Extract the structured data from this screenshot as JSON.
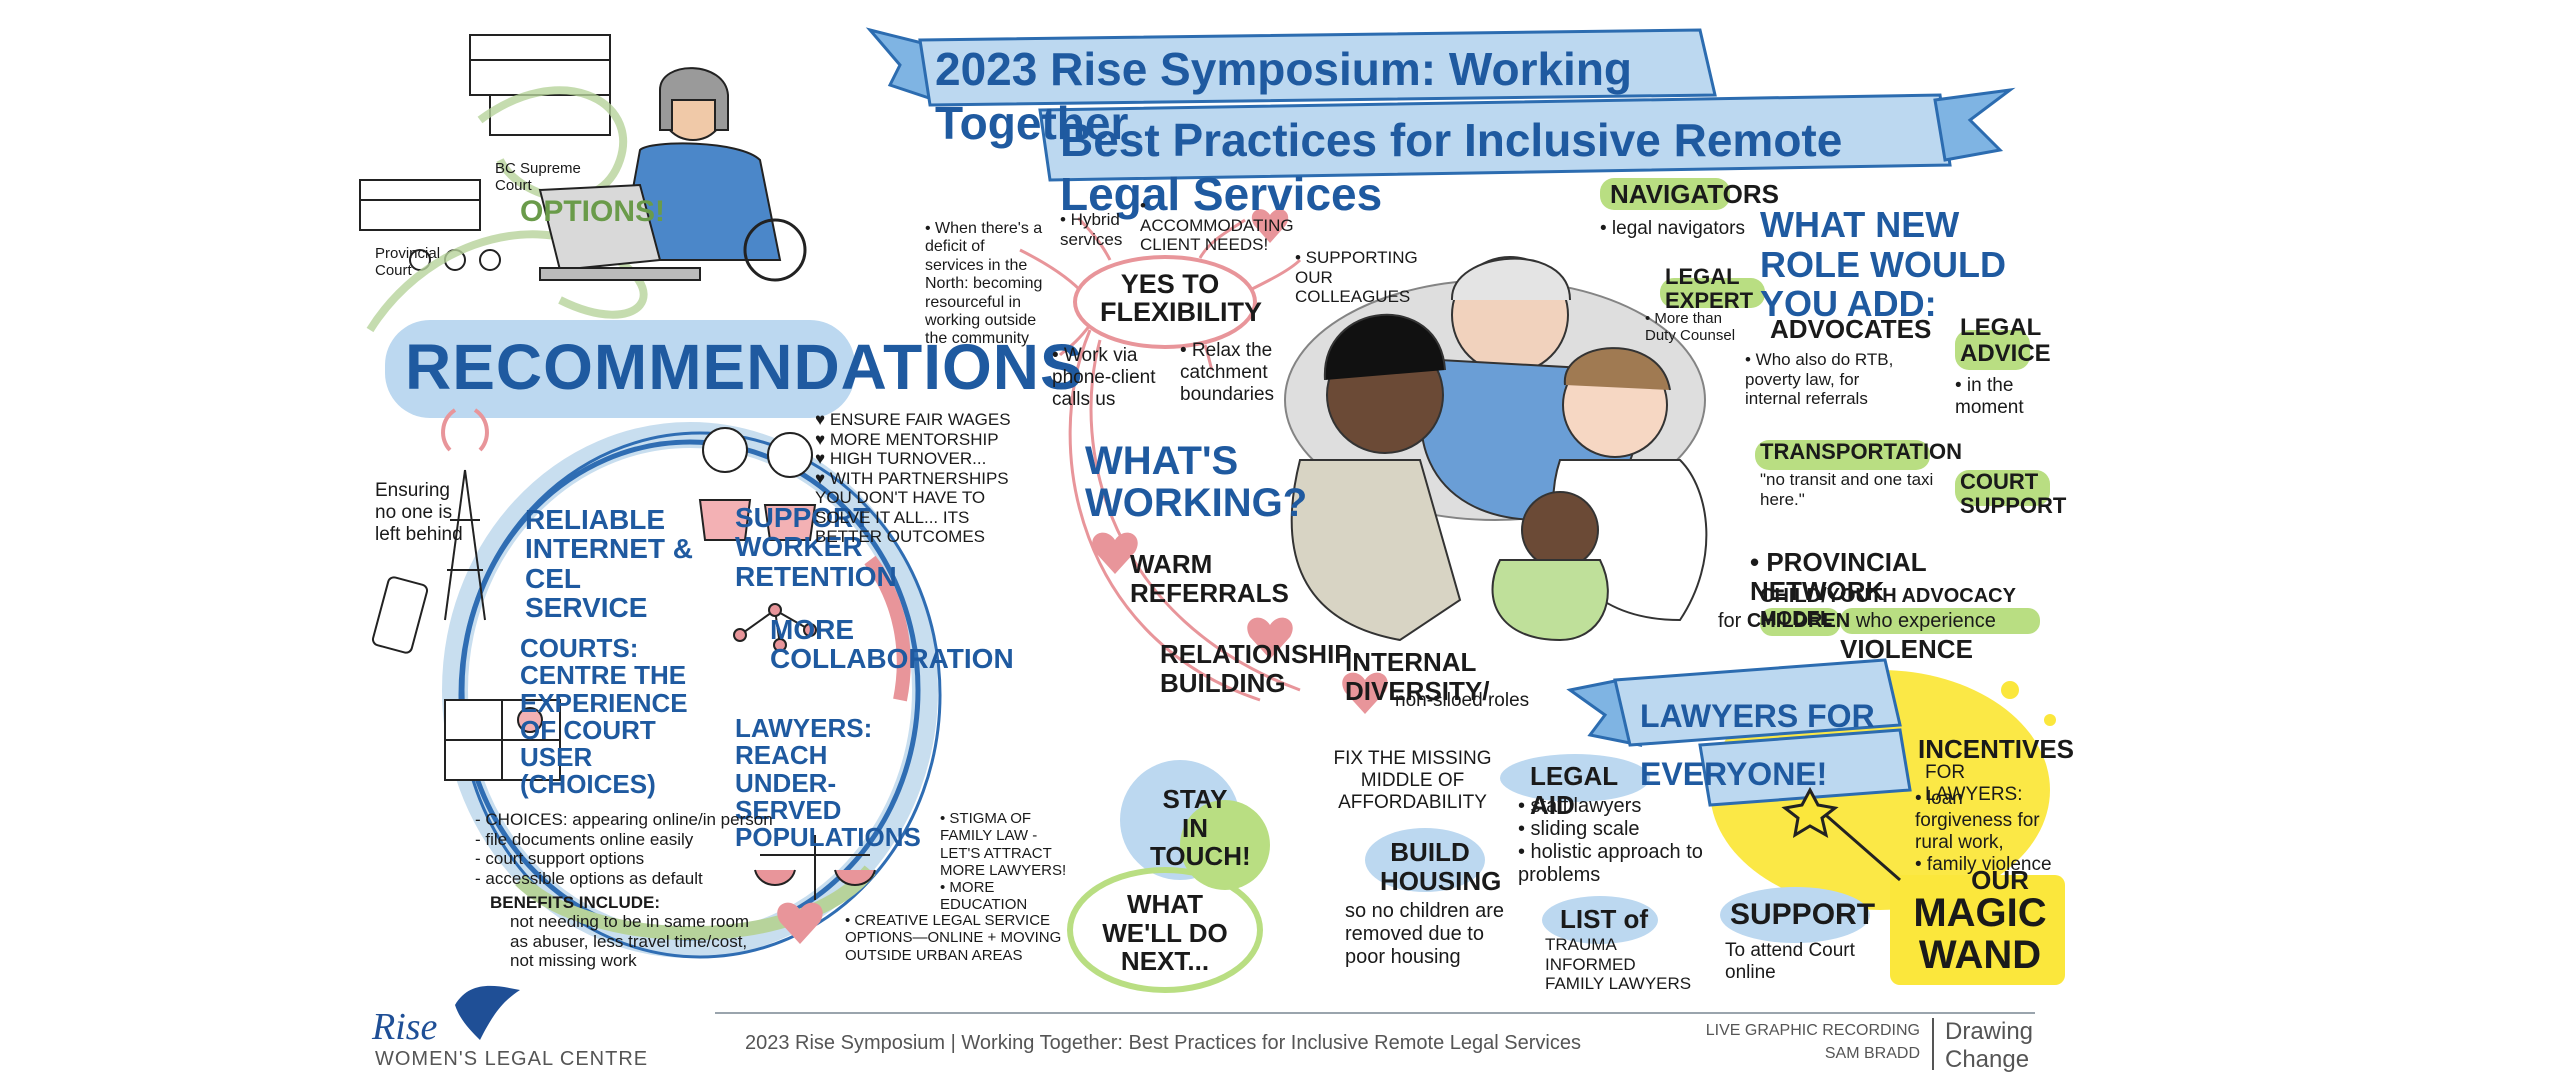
{
  "banner": {
    "line1": "2023 Rise Symposium: Working Together",
    "line2": "Best Practices for Inclusive Remote Legal Services"
  },
  "top_left": {
    "court_label": "BC Supreme Court",
    "provincial_label": "Provincial Court",
    "options_label": "OPTIONS!"
  },
  "recommendations": {
    "title": "RECOMMENDATIONS",
    "ensuring": "Ensuring no one is left behind",
    "internet": "RELIABLE INTERNET & CEL SERVICE",
    "worker": "SUPPORT WORKER RETENTION",
    "worker_notes": [
      "♥ ENSURE FAIR WAGES",
      "♥ MORE MENTORSHIP",
      "♥ HIGH TURNOVER...",
      "♥ WITH PARTNERSHIPS YOU DON'T HAVE TO SOLVE IT ALL... ITS BETTER OUTCOMES"
    ],
    "collab": "MORE COLLABORATION",
    "courts": "COURTS: CENTRE THE EXPERIENCE OF COURT USER (CHOICES)",
    "courts_notes": [
      "- CHOICES: appearing online/in person",
      "- file documents online easily",
      "- court support options",
      "- accessible options as default"
    ],
    "benefits_title": "BENEFITS INCLUDE:",
    "benefits_text": "not needing to be in same room as abuser, less travel time/cost, not missing work",
    "lawyers": "LAWYERS: REACH UNDER-SERVED POPULATIONS",
    "lawyers_notes": [
      "• STIGMA OF FAMILY LAW - LET'S ATTRACT MORE LAWYERS!",
      "• MORE EDUCATION",
      "• CREATIVE LEGAL SERVICE OPTIONS—ONLINE + MOVING OUTSIDE URBAN AREAS"
    ]
  },
  "flexibility": {
    "title": "YES TO FLEXIBILITY",
    "north": "• When there's a deficit of services in the North: becoming resourceful in working outside the community",
    "hybrid": "• Hybrid services",
    "accommodating": "• ACCOMMODATING CLIENT NEEDS!",
    "colleagues": "• SUPPORTING OUR COLLEAGUES",
    "phone": "• Work via phone-client calls us",
    "relax": "• Relax the catchment boundaries"
  },
  "working": {
    "title": "WHAT'S WORKING?",
    "warm": "WARM REFERRALS",
    "relationship": "RELATIONSHIP BUILDING",
    "diversity": "INTERNAL DIVERSITY/",
    "diversity2": "non-siloed roles"
  },
  "new_role": {
    "title": "WHAT NEW ROLE WOULD YOU ADD:",
    "navigators": "NAVIGATORS",
    "navigators_note": "• legal navigators",
    "legal_expert": "LEGAL EXPERT",
    "legal_expert_note": "• More than Duty Counsel",
    "advocates": "ADVOCATES",
    "advocates_note": "• Who also do RTB, poverty law, for internal referrals",
    "legal_advice": "LEGAL ADVICE",
    "legal_advice_note": "• in the moment",
    "transportation": "TRANSPORTATION",
    "transportation_note": "\"no transit and one taxi here.\"",
    "court_support": "COURT SUPPORT",
    "provincial": "• PROVINCIAL NETWORK",
    "provincial_note": "CHILD/YOUTH ADVOCACY MODEL",
    "provincial_for": "for",
    "provincial_children": "CHILDREN",
    "provincial_experience": "who experience",
    "violence": "VIOLENCE"
  },
  "lawyers_for_everyone": {
    "banner": "LAWYERS FOR EVERYONE!",
    "fix": "FIX THE MISSING MIDDLE OF AFFORDABILITY",
    "legal_aid": "LEGAL AID",
    "legal_aid_notes": [
      "• staff lawyers",
      "• sliding scale",
      "• holistic approach to problems"
    ],
    "build_housing": "BUILD HOUSING",
    "housing_note": "so no children are removed due to poor housing",
    "list_of": "LIST of",
    "list_note": "TRAUMA INFORMED FAMILY LAWYERS",
    "support": "SUPPORT",
    "support_note": "To attend Court online",
    "incentives": "INCENTIVES",
    "incentives_sub": "FOR LAWYERS:",
    "incentives_notes": [
      "• loan forgiveness for rural work,",
      "• family violence"
    ],
    "magic_our": "OUR",
    "magic": "MAGIC WAND"
  },
  "next": {
    "stay": "STAY IN TOUCH!",
    "what": "WHAT WE'LL DO NEXT..."
  },
  "footer": {
    "logo_rise": "Rise",
    "logo_sub": "WOMEN'S LEGAL CENTRE",
    "center": "2023 Rise Symposium | Working Together: Best Practices for Inclusive Remote Legal Services",
    "credit1": "LIVE GRAPHIC RECORDING",
    "credit2": "SAM BRADD",
    "drawing": "Drawing",
    "change": "Change"
  },
  "colors": {
    "blue_dark": "#1f5aa0",
    "blue_light": "#bcd8f0",
    "pink": "#e8959a",
    "green": "#b9de82",
    "yellow": "#fbe73c"
  }
}
